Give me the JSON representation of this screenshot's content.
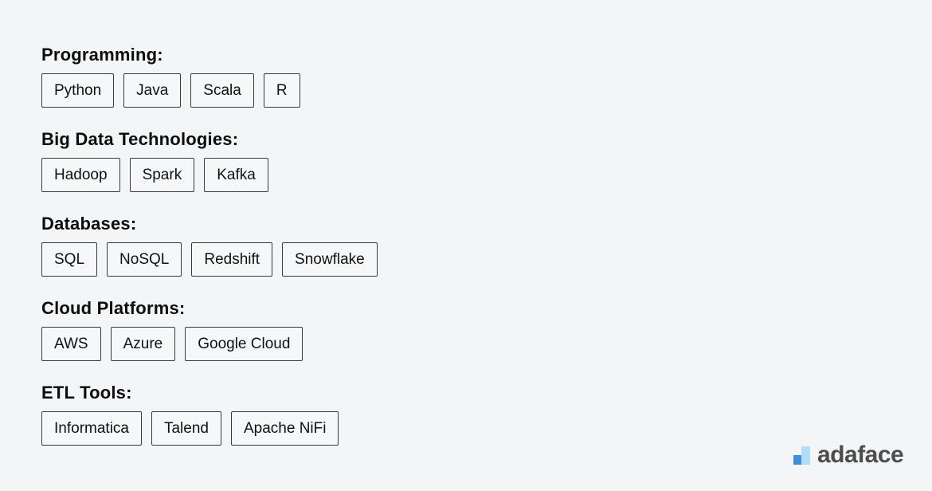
{
  "page": {
    "background": "#f4f5f6"
  },
  "sections": [
    {
      "label": "Programming:",
      "tags": [
        "Python",
        "Java",
        "Scala",
        "R"
      ]
    },
    {
      "label": "Big Data Technologies:",
      "tags": [
        "Hadoop",
        "Spark",
        "Kafka"
      ]
    },
    {
      "label": "Databases:",
      "tags": [
        "SQL",
        "NoSQL",
        "Redshift",
        "Snowflake"
      ]
    },
    {
      "label": "Cloud Platforms:",
      "tags": [
        "AWS",
        "Azure",
        "Google Cloud"
      ]
    },
    {
      "label": "ETL Tools:",
      "tags": [
        "Informatica",
        "Talend",
        "Apache NiFi"
      ]
    }
  ],
  "logo": {
    "text": "adaface",
    "icon": "bar-chart-icon",
    "colors": {
      "bar_left": "#3f8fd2",
      "bar_right": "#b0def8",
      "text": "#4d4d4d"
    }
  }
}
